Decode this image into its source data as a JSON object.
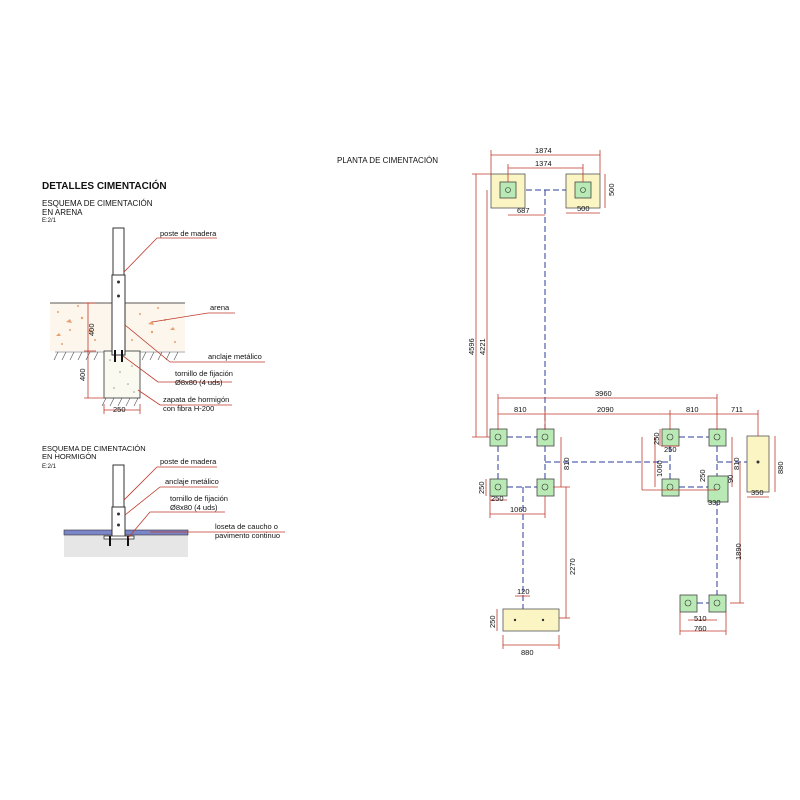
{
  "details": {
    "title": "DETALLES CIMENTACIÓN",
    "sand": {
      "heading_1": "ESQUEMA DE CIMENTACIÓN",
      "heading_2": "EN ARENA",
      "scale": "E:2/1",
      "label_post": "poste de madera",
      "label_sand": "arena",
      "label_anchor": "anclaje metálico",
      "label_bolt_1": "tornillo de fijación",
      "label_bolt_2": "Ø8x80 (4 uds)",
      "label_footing_1": "zapata de hormigón",
      "label_footing_2": "con fibra H-200",
      "dim_depth": "400",
      "dim_footing": "400",
      "dim_width": "250"
    },
    "concrete": {
      "heading_1": "ESQUEMA DE CIMENTACIÓN",
      "heading_2": "EN HORMIGÓN",
      "scale": "E:2/1",
      "label_post": "poste de madera",
      "label_anchor": "anclaje metálico",
      "label_bolt_1": "tornillo de fijación",
      "label_bolt_2": "Ø8x80 (4 uds)",
      "label_tile_1": "loseta de caucho o",
      "label_tile_2": "pavimento continuo"
    }
  },
  "plan": {
    "title": "PLANTA DE CIMENTACIÓN",
    "dims": {
      "d1874": "1874",
      "d1374": "1374",
      "d500a": "500",
      "d687": "687",
      "d500b": "500",
      "d4596": "4596",
      "d4221": "4221",
      "d3960": "3960",
      "d810a": "810",
      "d2090": "2090",
      "d810b": "810",
      "d711": "711",
      "d250a": "250",
      "d810c": "810",
      "d250b": "250",
      "d250c": "250",
      "d1060a": "1060",
      "d1060b": "1060",
      "d250d": "250",
      "d810d": "810",
      "d880a": "880",
      "d90": "90",
      "d350": "350",
      "d250e": "250",
      "d330": "330",
      "d2270": "2270",
      "d120": "120",
      "d250f": "250",
      "d880b": "880",
      "d1890": "1890",
      "d510": "510",
      "d760": "760"
    }
  }
}
